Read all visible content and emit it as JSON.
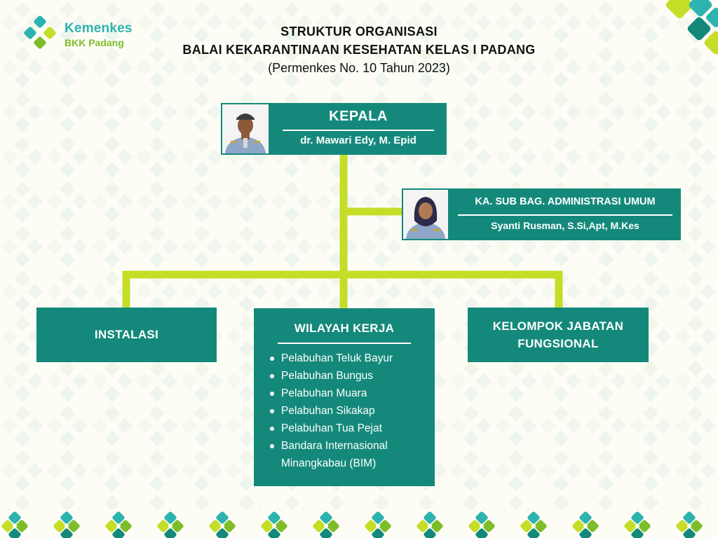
{
  "brand": {
    "name": "Kemenkes",
    "unit": "BKK Padang",
    "primary_color": "#14897b",
    "accent_color": "#c5dd27",
    "logo_teal": "#2db3b0",
    "logo_green": "#7dbd2a"
  },
  "header": {
    "title_line1": "STRUKTUR ORGANISASI",
    "title_line2": "BALAI KEKARANTINAAN KESEHATAN KELAS I PADANG",
    "title_line3": "(Permenkes No. 10 Tahun 2023)"
  },
  "kepala": {
    "title": "KEPALA",
    "name": "dr. Mawari Edy, M. Epid"
  },
  "admin": {
    "title": "KA. SUB BAG. ADMINISTRASI UMUM",
    "name": "Syanti Rusman, S.Si,Apt, M.Kes"
  },
  "instalasi": {
    "title": "INSTALASI"
  },
  "wilayah": {
    "title": "WILAYAH KERJA",
    "items": [
      "Pelabuhan Teluk Bayur",
      "Pelabuhan Bungus",
      "Pelabuhan Muara",
      "Pelabuhan Sikakap",
      "Pelabuhan Tua Pejat",
      "Bandara Internasional Minangkabau (BIM)"
    ]
  },
  "jabatan": {
    "title": "KELOMPOK JABATAN FUNGSIONAL"
  }
}
